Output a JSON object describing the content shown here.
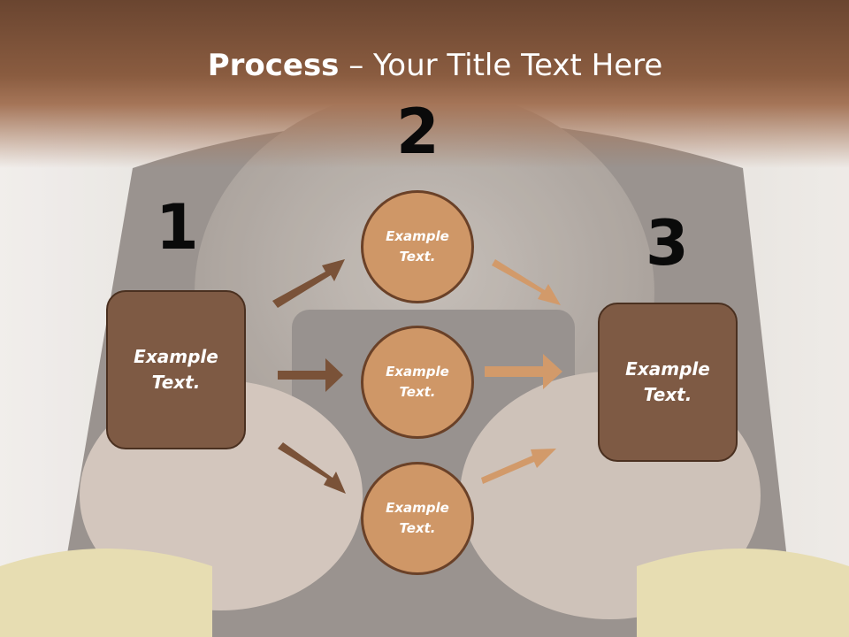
{
  "slide": {
    "title_bold": "Process",
    "title_rest": " – Your Title Text Here",
    "step_numbers": [
      "1",
      "2",
      "3"
    ],
    "left_box_text": "Example\nText.",
    "right_box_text": "Example\nText.",
    "circles": [
      {
        "text": "Example\nText."
      },
      {
        "text": "Example\nText."
      },
      {
        "text": "Example\nText."
      }
    ]
  },
  "colors": {
    "header_brown": "#7a5038",
    "box_fill": "#7e5a44",
    "circle_fill": "#cf9767",
    "dark_arrow": "#7a5238",
    "light_arrow": "#d29a6a"
  }
}
